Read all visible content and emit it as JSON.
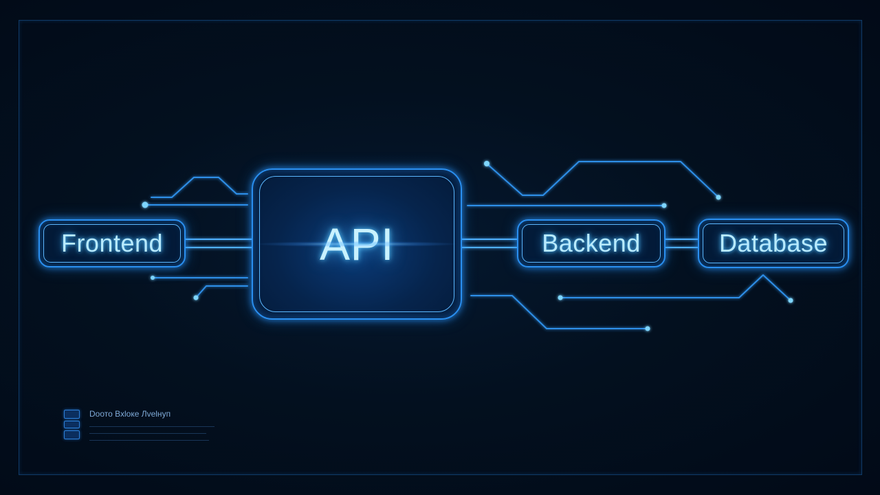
{
  "diagram": {
    "nodes": {
      "frontend": "Frontend",
      "api": "API",
      "backend": "Backend",
      "database": "Database"
    },
    "legend_text": "Doото Вхlоке Лvelнуп"
  },
  "colors": {
    "background": "#020a17",
    "frame": "#0f3a66",
    "node_border": "#2a8ff0",
    "glow": "#4fc3ff",
    "label": "#b8eaff"
  }
}
